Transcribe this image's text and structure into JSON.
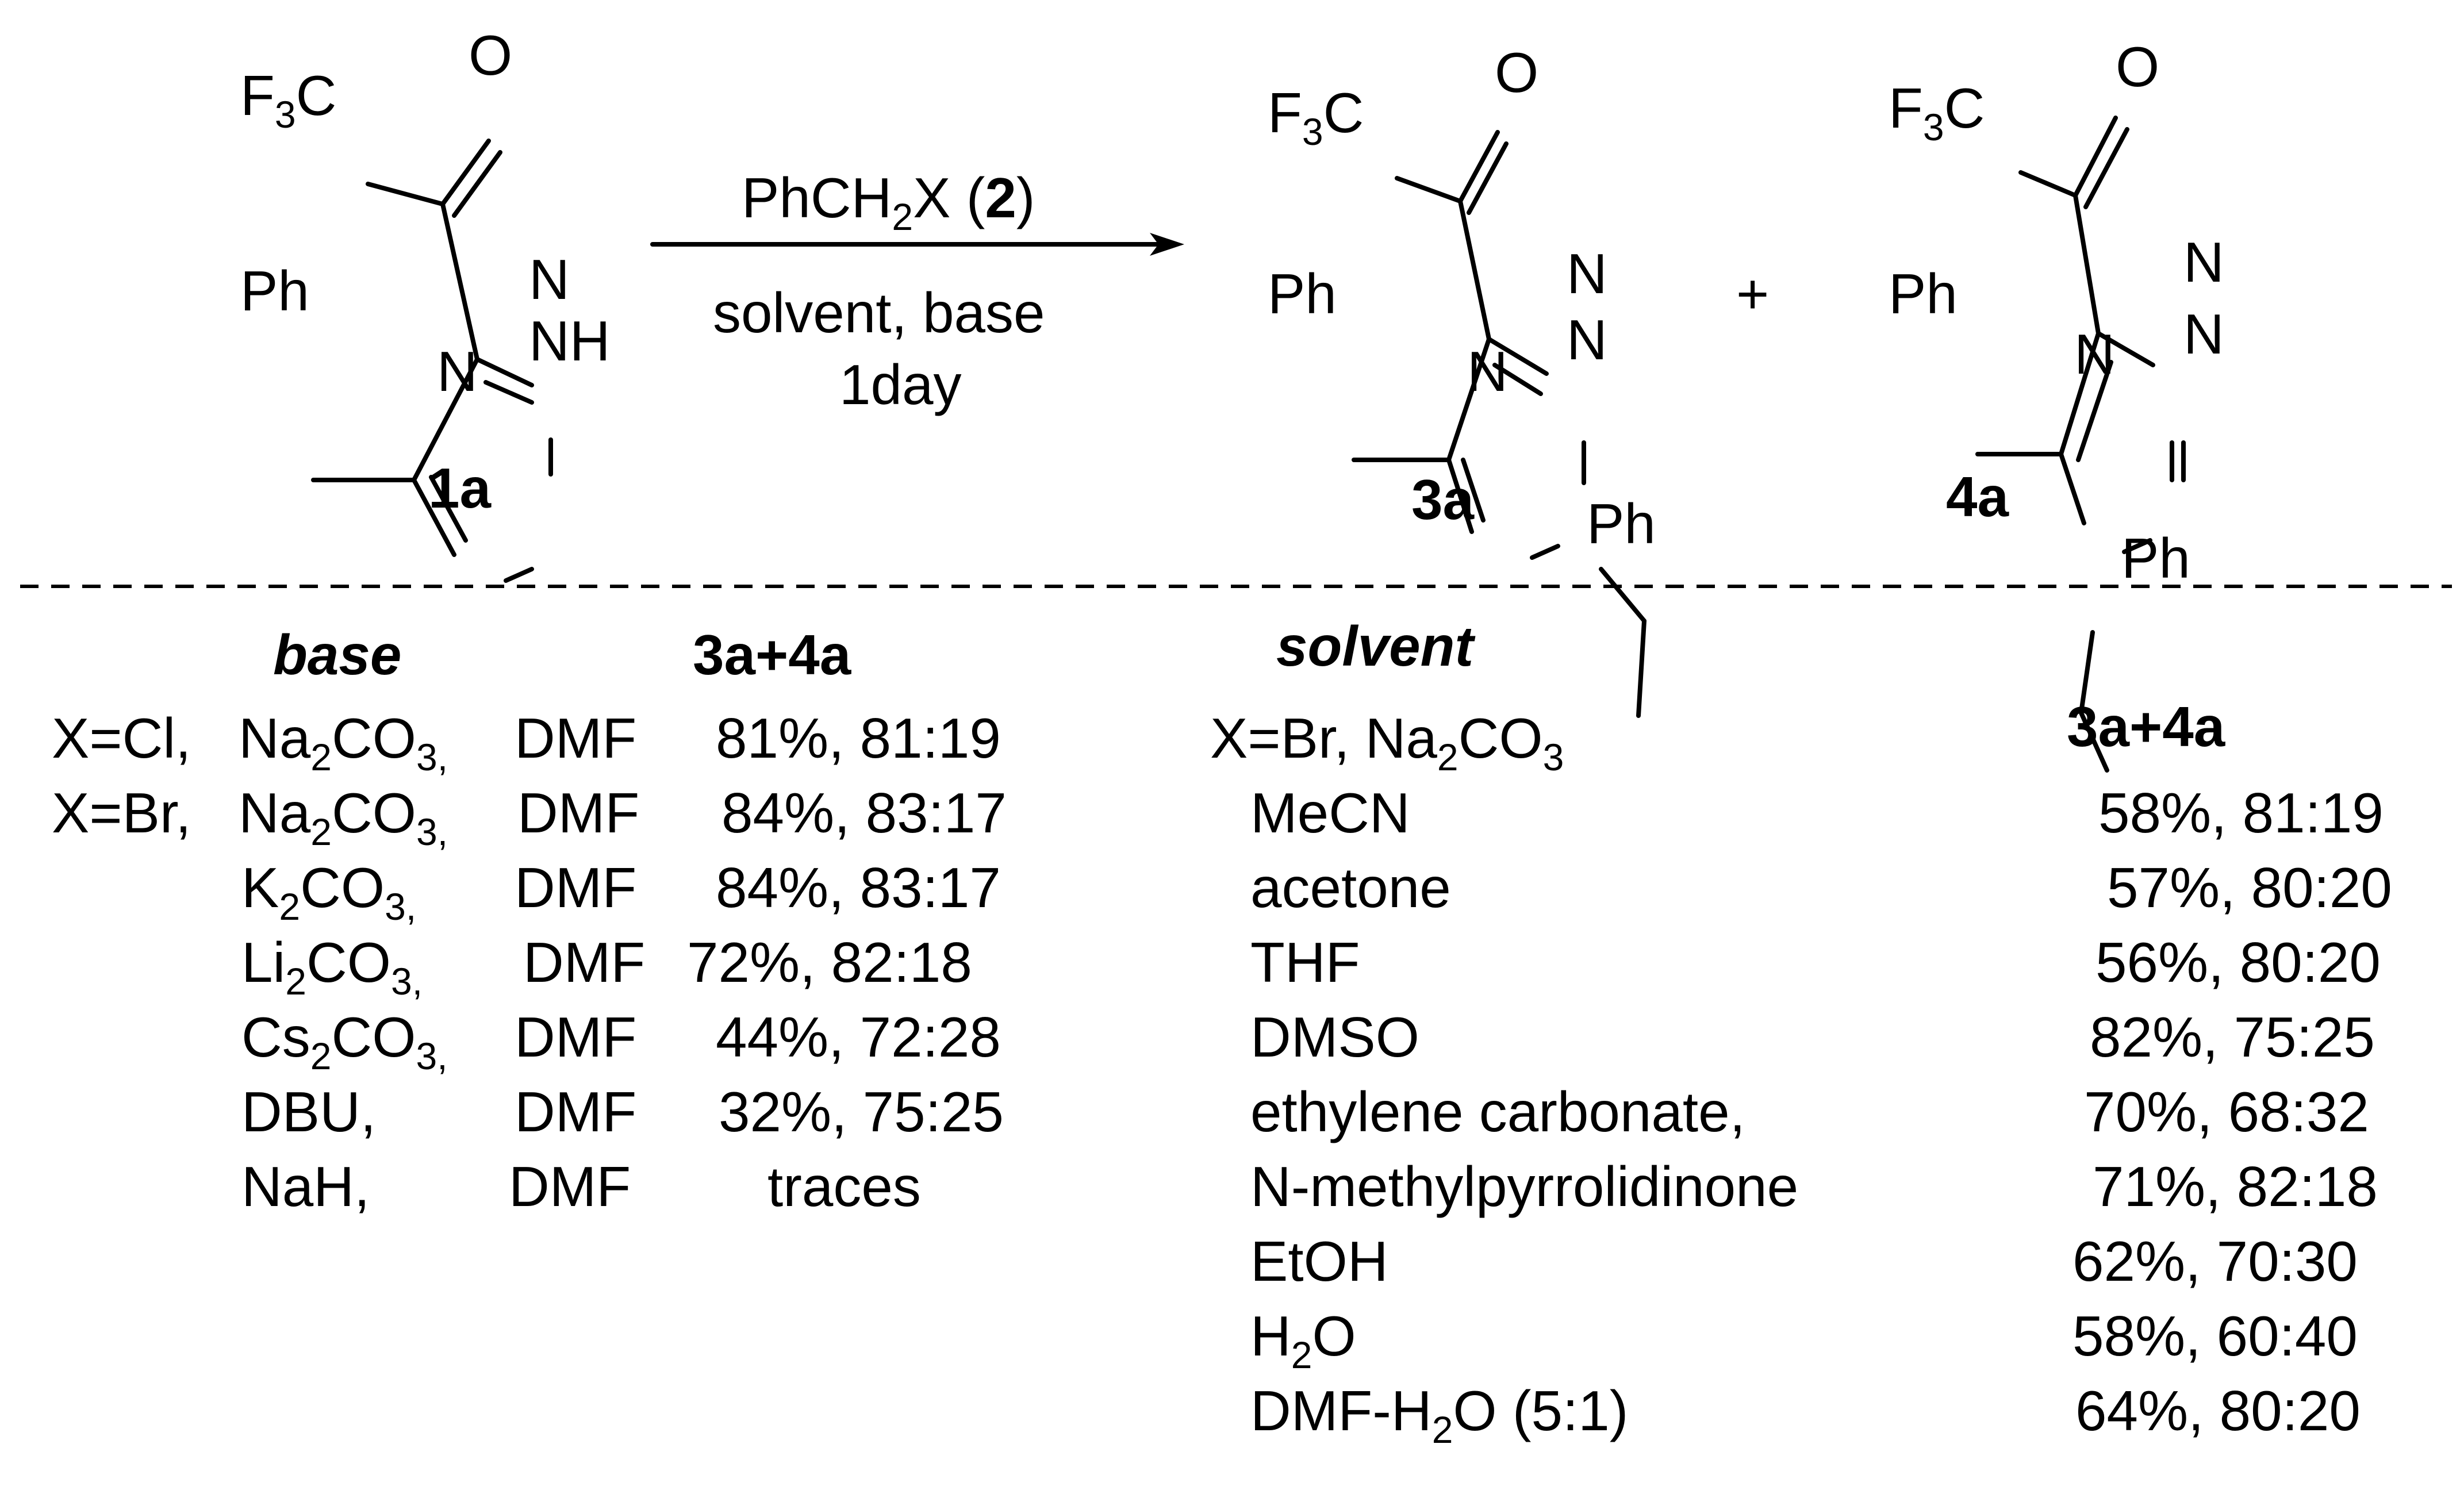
{
  "scheme": {
    "starting_material": {
      "label": "1a",
      "groups": {
        "acyl": "F3C",
        "carbonyl_O": "O",
        "aryl": "Ph",
        "ring_N_top": "N",
        "ring_NH": "NH",
        "ring_N_bottom": "N"
      }
    },
    "arrow": {
      "reagent": "PhCH2X",
      "reagent_parts": {
        "pre": "PhCH",
        "sub": "2",
        "post": "X (",
        "bold": "2",
        "close": ")"
      },
      "conditions_line1": "solvent, base",
      "conditions_line2": "1day"
    },
    "plus": "+",
    "products": [
      {
        "label": "3a",
        "type": "N2-benzyl",
        "substituent": "Ph"
      },
      {
        "label": "4a",
        "type": "N1-benzyl",
        "substituent": "Ph"
      }
    ]
  },
  "base_table": {
    "header_base": "base",
    "header_yield": "3a+4a",
    "rows": [
      {
        "x": "X=Cl,",
        "base": "Na2CO3",
        "base_parts": [
          "Na",
          "2",
          "CO",
          "3",
          ","
        ],
        "solvent": "DMF",
        "result": "81%, 81:19"
      },
      {
        "x": "X=Br,",
        "base": "Na2CO3",
        "base_parts": [
          "Na",
          "2",
          "CO",
          "3",
          ","
        ],
        "solvent": "DMF",
        "result": "84%, 83:17"
      },
      {
        "x": "",
        "base": "K2CO3",
        "base_parts": [
          "K",
          "2",
          "CO",
          "3",
          ","
        ],
        "solvent": "DMF",
        "result": "84%, 83:17"
      },
      {
        "x": "",
        "base": "Li2CO3",
        "base_parts": [
          "Li",
          "2",
          "CO",
          "3",
          ","
        ],
        "solvent": "DMF",
        "result": "72%, 82:18"
      },
      {
        "x": "",
        "base": "Cs2CO3",
        "base_parts": [
          "Cs",
          "2",
          "CO",
          "3",
          ","
        ],
        "solvent": "DMF",
        "result": "44%, 72:28"
      },
      {
        "x": "",
        "base": "DBU,",
        "base_parts": [
          "DBU,",
          "",
          "",
          "",
          ""
        ],
        "solvent": "DMF",
        "result": "32%, 75:25"
      },
      {
        "x": "",
        "base": "NaH,",
        "base_parts": [
          "NaH,",
          "",
          "",
          "",
          ""
        ],
        "solvent": "DMF",
        "result": "traces"
      }
    ]
  },
  "solvent_table": {
    "header_solvent": "solvent",
    "condition": "X=Br, Na2CO3",
    "condition_parts": [
      "X=Br, Na",
      "2",
      "CO",
      "3"
    ],
    "header_yield": "3a+4a",
    "rows": [
      {
        "solvent": "MeCN",
        "result": "58%, 81:19"
      },
      {
        "solvent": "acetone",
        "result": "57%, 80:20"
      },
      {
        "solvent": "THF",
        "result": "56%, 80:20"
      },
      {
        "solvent": "DMSO",
        "result": "82%, 75:25"
      },
      {
        "solvent": "ethylene carbonate,",
        "result": "70%, 68:32"
      },
      {
        "solvent": "N-methylpyrrolidinone",
        "result": "71%, 82:18"
      },
      {
        "solvent": "EtOH",
        "result": "62%, 70:30"
      },
      {
        "solvent": "H2O",
        "solvent_parts": [
          "H",
          "2",
          "O"
        ],
        "result": "58%, 60:40"
      },
      {
        "solvent": "DMF-H2O (5:1)",
        "solvent_parts": [
          "DMF-H",
          "2",
          "O (5:1)"
        ],
        "result": "64%, 80:20"
      }
    ]
  }
}
